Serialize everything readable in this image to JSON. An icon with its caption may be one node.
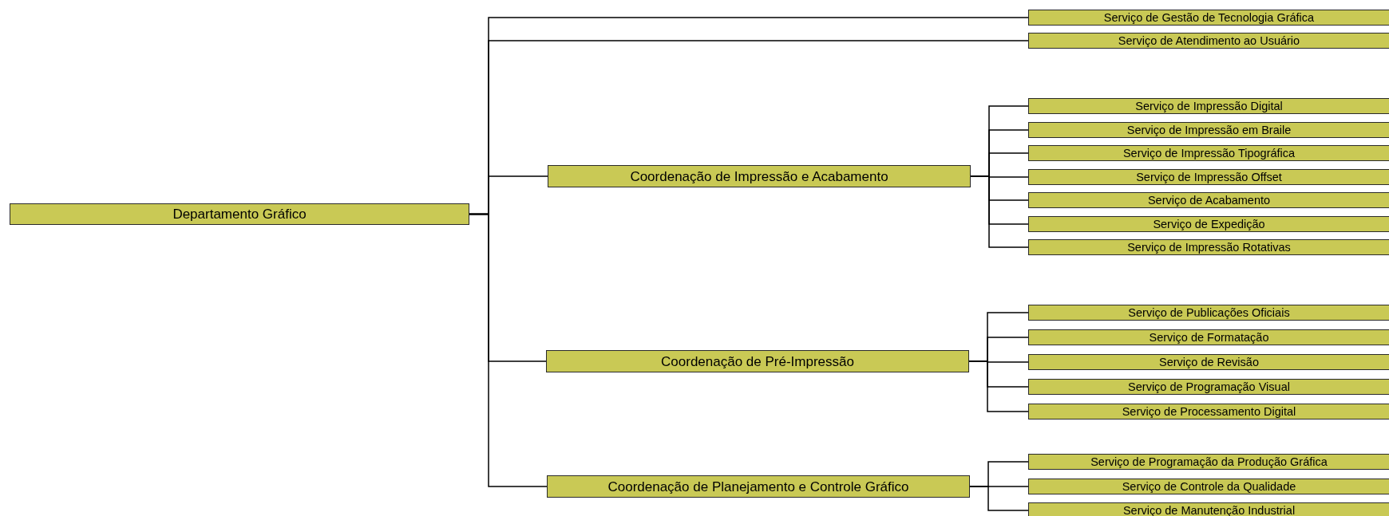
{
  "diagram": {
    "nodes": [
      {
        "text": [
          "Departamento Gráfico"
        ]
      },
      {
        "text": [
          "Serviço de Gestão de Tecnologia Gráfica"
        ]
      },
      {
        "text": [
          "Serviço de Atendimento ao Usuário"
        ]
      },
      {
        "text": [
          "Coordenação de Impressão e Acabamento"
        ]
      },
      {
        "text": [
          "Serviço de Impressão Digital"
        ]
      },
      {
        "text": [
          "Serviço de Impressão em Braile"
        ]
      },
      {
        "text": [
          "Serviço de Impressão Tipográfica"
        ]
      },
      {
        "text": [
          "Serviço de Impressão Offset"
        ]
      },
      {
        "text": [
          "Serviço de Acabamento"
        ]
      },
      {
        "text": [
          "Serviço de Expedição"
        ]
      },
      {
        "text": [
          "Serviço de Impressão Rotativas"
        ]
      },
      {
        "text": [
          "Coordenação de Pré-Impressão"
        ]
      },
      {
        "text": [
          "Serviço de Publicações Oficiais"
        ]
      },
      {
        "text": [
          "Serviço de Formatação"
        ]
      },
      {
        "text": [
          "Serviço de Revisão"
        ]
      },
      {
        "text": [
          "Serviço de Programação Visual"
        ]
      },
      {
        "text": [
          "Serviço de Processamento Digital"
        ]
      },
      {
        "text": [
          "Coordenação de Planejamento e Controle Gráfico"
        ]
      },
      {
        "text": [
          "Serviço de Programação da Produção Gráfica"
        ]
      },
      {
        "text": [
          "Serviço de Controle da Qualidade"
        ]
      },
      {
        "text": [
          "Serviço de Manutenção Industrial"
        ]
      }
    ],
    "edges": [
      {
        "from": 0,
        "to": 1,
        "arrow": "none"
      },
      {
        "from": 0,
        "to": 2,
        "arrow": "none"
      },
      {
        "from": 0,
        "to": 3,
        "arrow": "none"
      },
      {
        "from": 0,
        "to": 11,
        "arrow": "none"
      },
      {
        "from": 0,
        "to": 17,
        "arrow": "none"
      },
      {
        "from": 3,
        "to": 4,
        "arrow": "none"
      },
      {
        "from": 3,
        "to": 5,
        "arrow": "none"
      },
      {
        "from": 3,
        "to": 6,
        "arrow": "none"
      },
      {
        "from": 3,
        "to": 7,
        "arrow": "none"
      },
      {
        "from": 3,
        "to": 8,
        "arrow": "none"
      },
      {
        "from": 3,
        "to": 9,
        "arrow": "none"
      },
      {
        "from": 3,
        "to": 10,
        "arrow": "none"
      },
      {
        "from": 11,
        "to": 12,
        "arrow": "none"
      },
      {
        "from": 11,
        "to": 13,
        "arrow": "none"
      },
      {
        "from": 11,
        "to": 14,
        "arrow": "none"
      },
      {
        "from": 11,
        "to": 15,
        "arrow": "none"
      },
      {
        "from": 11,
        "to": 16,
        "arrow": "none"
      },
      {
        "from": 17,
        "to": 18,
        "arrow": "none"
      },
      {
        "from": 17,
        "to": 19,
        "arrow": "none"
      },
      {
        "from": 17,
        "to": 20,
        "arrow": "none"
      }
    ]
  }
}
